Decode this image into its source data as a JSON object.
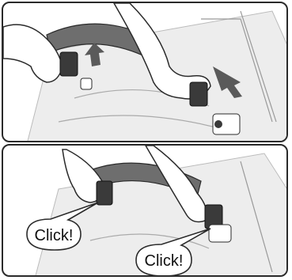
{
  "panels": [
    {
      "step": "press-down",
      "arrows": 2
    },
    {
      "step": "latched",
      "callouts": [
        "Click!",
        "Click!"
      ]
    }
  ],
  "icons": {
    "hand": "hand-icon",
    "arrow": "down-arrow-icon",
    "strap": "bumper-bar-strap",
    "buckle": "buckle-latch"
  },
  "colors": {
    "line": "#2a2a2a",
    "strap": "#6e6e6e",
    "buckle": "#3a3a3a",
    "arrow": "#5a5a5a",
    "seat": "#e9e9e9"
  }
}
